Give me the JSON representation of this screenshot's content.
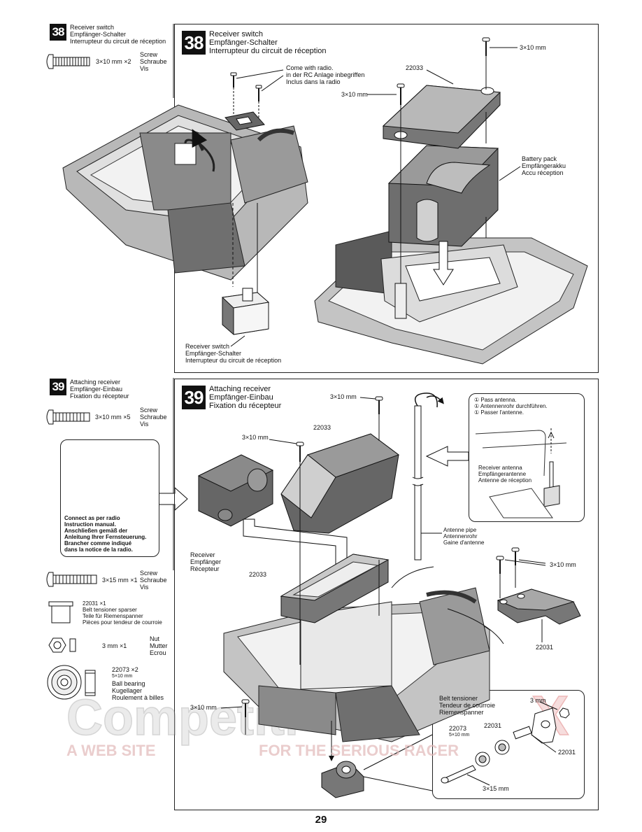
{
  "page_number": "29",
  "watermark": {
    "brand": "CompetitionX",
    "tagline_left": "A WEB SITE",
    "tagline_right": "FOR THE SERIOUS RACER"
  },
  "step38": {
    "number": "38",
    "title_en": "Receiver switch",
    "title_de": "Empfänger-Schalter",
    "title_fr": "Interrupteur du circuit de réception",
    "parts": {
      "screw_size": "3×10 mm ×2",
      "screw_en": "Screw",
      "screw_de": "Schraube",
      "screw_fr": "Vis"
    },
    "callouts": {
      "come_en": "Come with radio.",
      "come_de": "in der RC Anlage inbegriffen",
      "come_fr": "Inclus dans la radio",
      "part_22033": "22033",
      "screw_a": "3×10 mm",
      "screw_b": "3×10 mm",
      "battery_en": "Battery pack",
      "battery_de": "Empfängerakku",
      "battery_fr": "Accu réception",
      "switch_en": "Receiver switch",
      "switch_de": "Empfänger-Schalter",
      "switch_fr": "Interrupteur du circuit de réception"
    }
  },
  "step39": {
    "number": "39",
    "title_en": "Attaching receiver",
    "title_de": "Empfänger-Einbau",
    "title_fr": "Fixation du récepteur",
    "parts": {
      "screw_size": "3×10 mm ×5",
      "screw_en": "Screw",
      "screw_de": "Schraube",
      "screw_fr": "Vis",
      "note1": "Connect as per radio",
      "note2": "Instruction manual.",
      "note3": "Anschließen gemäß der",
      "note4": "Anleitung Ihrer Fernsteuerung.",
      "note5": "Brancher comme indiqué",
      "note6": "dans la notice de la radio.",
      "screw2_size": "3×15 mm ×1",
      "screw2_en": "Screw",
      "screw2_de": "Schraube",
      "screw2_fr": "Vis",
      "spacer_no": "22031 ×1",
      "spacer_en": "Belt tensioner sparser",
      "spacer_de": "Teile für Riemenspanner",
      "spacer_fr": "Pièces pour tendeur de courroie",
      "nut_size": "3 mm ×1",
      "nut_en": "Nut",
      "nut_de": "Mutter",
      "nut_fr": "Ecrou",
      "bearing_no": "22073 ×2",
      "bearing_size": "5×10 mm",
      "bearing_en": "Ball bearing",
      "bearing_de": "Kugellager",
      "bearing_fr": "Roulement à billes"
    },
    "callouts": {
      "screw_top": "3×10 mm",
      "part_22033_top": "22033",
      "screw_mid": "3×10 mm",
      "antenna_1": "① Pass antenna.",
      "antenna_2": "① Antennenrohr durchführen.",
      "antenna_3": "① Passer l'antenne.",
      "rx_ant_en": "Receiver antenna",
      "rx_ant_de": "Empfängerantenne",
      "rx_ant_fr": "Antenne de réception",
      "pipe_en": "Antenne pipe",
      "pipe_de": "Antennenrohr",
      "pipe_fr": "Gaine d'antenne",
      "receiver_en": "Receiver",
      "receiver_de": "Empfänger",
      "receiver_fr": "Récepteur",
      "part_22033_low": "22033",
      "screws_right": "3×10 mm",
      "part_22031": "22031",
      "screw_left": "3×10 mm",
      "bt_en": "Belt tensioner",
      "bt_fr": "Tendeur de courroie",
      "bt_de": "Riemenspanner",
      "bt_nut": "3 mm",
      "bt_22031a": "22031",
      "bt_22073": "22073",
      "bt_22073_size": "5×10 mm",
      "bt_22031b": "22031",
      "bt_screw": "3×15 mm"
    }
  }
}
